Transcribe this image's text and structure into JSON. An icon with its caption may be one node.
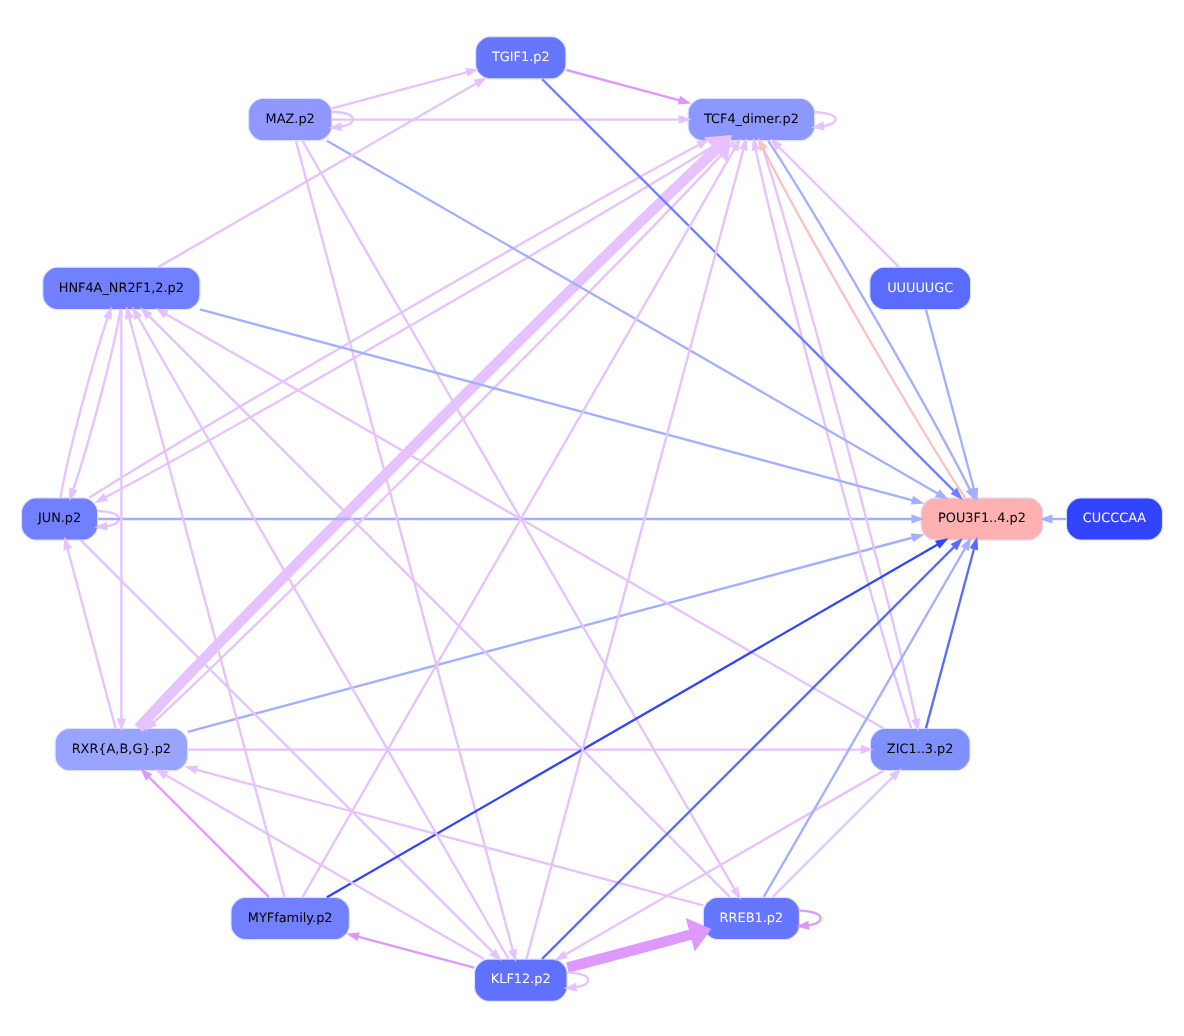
{
  "diagram": {
    "nodes": [
      {
        "text": [
          "RXR{A,B,G}.p2"
        ]
      },
      {
        "text": [
          "UUUUUGC"
        ]
      },
      {
        "text": [
          "CUCCCAA"
        ]
      },
      {
        "text": [
          "JUN.p2"
        ]
      },
      {
        "text": [
          "ZIC1..3.p2"
        ]
      },
      {
        "text": [
          "TCF4_dimer.p2"
        ]
      },
      {
        "text": [
          "POU3F1..4.p2"
        ]
      },
      {
        "text": [
          "RREB1.p2"
        ]
      },
      {
        "text": [
          "MAZ.p2"
        ]
      },
      {
        "text": [
          "HNF4A_NR2F1,2.p2"
        ]
      },
      {
        "text": [
          "TGIF1.p2"
        ]
      },
      {
        "text": [
          "MYFfamily.p2"
        ]
      },
      {
        "text": [
          "KLF12.p2"
        ]
      }
    ],
    "edges": [
      {
        "from": 0,
        "to": 6,
        "arrow": "to",
        "color": "#a4b0ff"
      },
      {
        "from": 1,
        "to": 6,
        "arrow": "to",
        "color": "#a4b0ff"
      },
      {
        "from": 2,
        "to": 6,
        "arrow": "to",
        "color": "#a4b0ff"
      },
      {
        "from": 3,
        "to": 6,
        "arrow": "to",
        "color": "#a4b0ff"
      },
      {
        "from": 4,
        "to": 6,
        "arrow": "to",
        "color": "#5a6cff"
      },
      {
        "from": 5,
        "to": 6,
        "arrow": "to",
        "color": "#a4b0ff"
      },
      {
        "from": 6,
        "to": 5,
        "arrow": "to",
        "color": "#ffc0c0"
      },
      {
        "from": 7,
        "to": 6,
        "arrow": "to",
        "color": "#a4b0ff"
      },
      {
        "from": 8,
        "to": 6,
        "arrow": "to",
        "color": "#a4b0ff"
      },
      {
        "from": 9,
        "to": 6,
        "arrow": "to",
        "color": "#a4b0ff"
      },
      {
        "from": 10,
        "to": 6,
        "arrow": "to",
        "color": "#7080ff"
      },
      {
        "from": 11,
        "to": 6,
        "arrow": "to",
        "color": "#3344ff"
      },
      {
        "from": 12,
        "to": 6,
        "arrow": "to",
        "color": "#5a6cff"
      },
      {
        "from": 0,
        "to": 3,
        "arrow": "to"
      },
      {
        "from": 3,
        "to": 3,
        "arrow": "to"
      },
      {
        "from": 0,
        "to": 5,
        "arrow": "to",
        "style": "thick"
      },
      {
        "from": 5,
        "to": 0,
        "arrow": "to"
      },
      {
        "from": 1,
        "to": 5,
        "arrow": "to"
      },
      {
        "from": 5,
        "to": 5,
        "arrow": "to"
      },
      {
        "from": 4,
        "to": 5,
        "arrow": "to"
      },
      {
        "from": 5,
        "to": 4,
        "arrow": "to"
      },
      {
        "from": 3,
        "to": 5,
        "arrow": "to"
      },
      {
        "from": 5,
        "to": 3,
        "arrow": "to"
      },
      {
        "from": 0,
        "to": 4,
        "arrow": "to"
      },
      {
        "from": 4,
        "to": 9,
        "arrow": "to"
      },
      {
        "from": 7,
        "to": 9,
        "arrow": "to"
      },
      {
        "from": 3,
        "to": 9,
        "arrow": "to"
      },
      {
        "from": 9,
        "to": 0,
        "arrow": "to"
      },
      {
        "from": 7,
        "to": 0,
        "arrow": "to"
      },
      {
        "from": 11,
        "to": 0,
        "arrow": "to",
        "color": "#dd99ff"
      },
      {
        "from": 12,
        "to": 0,
        "arrow": "to"
      },
      {
        "from": 3,
        "to": 12,
        "arrow": "to"
      },
      {
        "from": 4,
        "to": 12,
        "arrow": "to"
      },
      {
        "from": 12,
        "to": 7,
        "arrow": "to",
        "style": "thick",
        "color": "#dd99ff"
      },
      {
        "from": 7,
        "to": 7,
        "arrow": "to",
        "color": "#dd99ff"
      },
      {
        "from": 8,
        "to": 8,
        "arrow": "to"
      },
      {
        "from": 12,
        "to": 12,
        "arrow": "to"
      },
      {
        "from": 8,
        "to": 7,
        "arrow": "to"
      },
      {
        "from": 8,
        "to": 10,
        "arrow": "to"
      },
      {
        "from": 8,
        "to": 12,
        "arrow": "to"
      },
      {
        "from": 10,
        "to": 5,
        "arrow": "to",
        "color": "#dd99ff"
      },
      {
        "from": 12,
        "to": 5,
        "arrow": "to"
      },
      {
        "from": 11,
        "to": 5,
        "arrow": "to"
      },
      {
        "from": 8,
        "to": 5,
        "arrow": "to"
      },
      {
        "from": 9,
        "to": 10,
        "arrow": "to"
      },
      {
        "from": 12,
        "to": 9,
        "arrow": "to"
      },
      {
        "from": 11,
        "to": 9,
        "arrow": "to"
      },
      {
        "from": 12,
        "to": 11,
        "arrow": "to",
        "color": "#dd99ff"
      },
      {
        "from": 7,
        "to": 4,
        "arrow": "to"
      },
      {
        "from": 9,
        "to": 3,
        "arrow": "to"
      }
    ]
  }
}
